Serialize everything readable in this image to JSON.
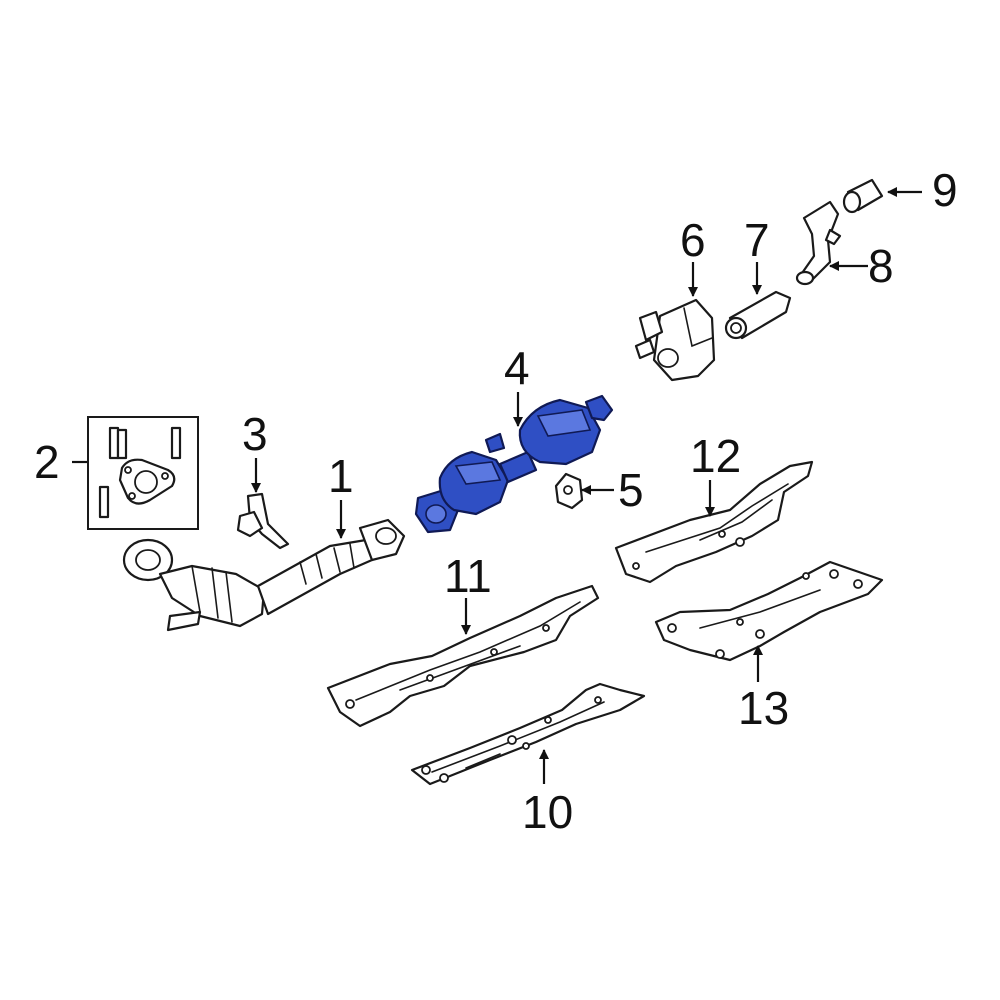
{
  "diagram": {
    "highlight_color": "#2f4fc4",
    "callouts": [
      {
        "id": "1",
        "label": "1"
      },
      {
        "id": "2",
        "label": "2"
      },
      {
        "id": "3",
        "label": "3"
      },
      {
        "id": "4",
        "label": "4"
      },
      {
        "id": "5",
        "label": "5"
      },
      {
        "id": "6",
        "label": "6"
      },
      {
        "id": "7",
        "label": "7"
      },
      {
        "id": "8",
        "label": "8"
      },
      {
        "id": "9",
        "label": "9"
      },
      {
        "id": "10",
        "label": "10"
      },
      {
        "id": "11",
        "label": "11"
      },
      {
        "id": "12",
        "label": "12"
      },
      {
        "id": "13",
        "label": "13"
      }
    ]
  }
}
